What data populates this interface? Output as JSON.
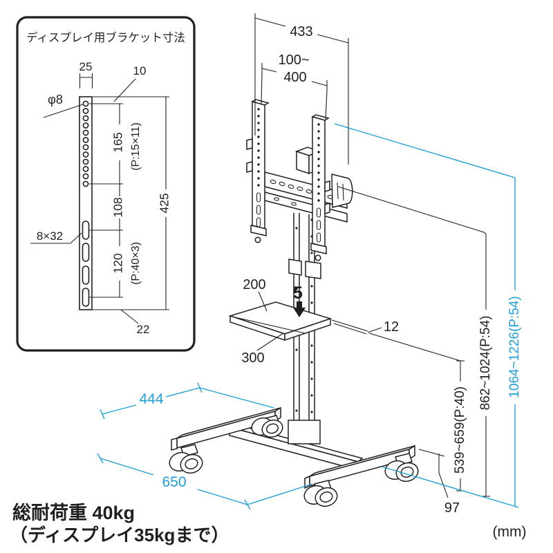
{
  "inset": {
    "title": "ディスプレイ用ブラケット寸法",
    "dims": {
      "w25": "25",
      "t10": "10",
      "hole": "φ8",
      "p165": "165",
      "p165_pitch": "(P:15×11)",
      "total": "425",
      "p108": "108",
      "slot": "8×32",
      "p120": "120",
      "p120_pitch": "(P:40×3)",
      "b22": "22"
    }
  },
  "main": {
    "dims": {
      "width433": "433",
      "vesa_top": "100~",
      "vesa_bottom": "400",
      "shelf_depth": "200",
      "shelf_step": "5",
      "shelf_thickness": "12",
      "shelf_width": "300",
      "base_depth": "444",
      "base_width": "650",
      "caster_height": "97",
      "shelf_height": "539~659(P:40)",
      "mount_bottom_height": "862~1024(P:54)",
      "mount_top_height": "1064~1226(P:54)"
    }
  },
  "footer": {
    "load": "総耐荷重 40kg",
    "load_note": "（ディスプレイ35kgまで）",
    "unit": "(mm)"
  },
  "colors": {
    "line": "#1f1f1d",
    "accent": "#1e9fd8"
  }
}
